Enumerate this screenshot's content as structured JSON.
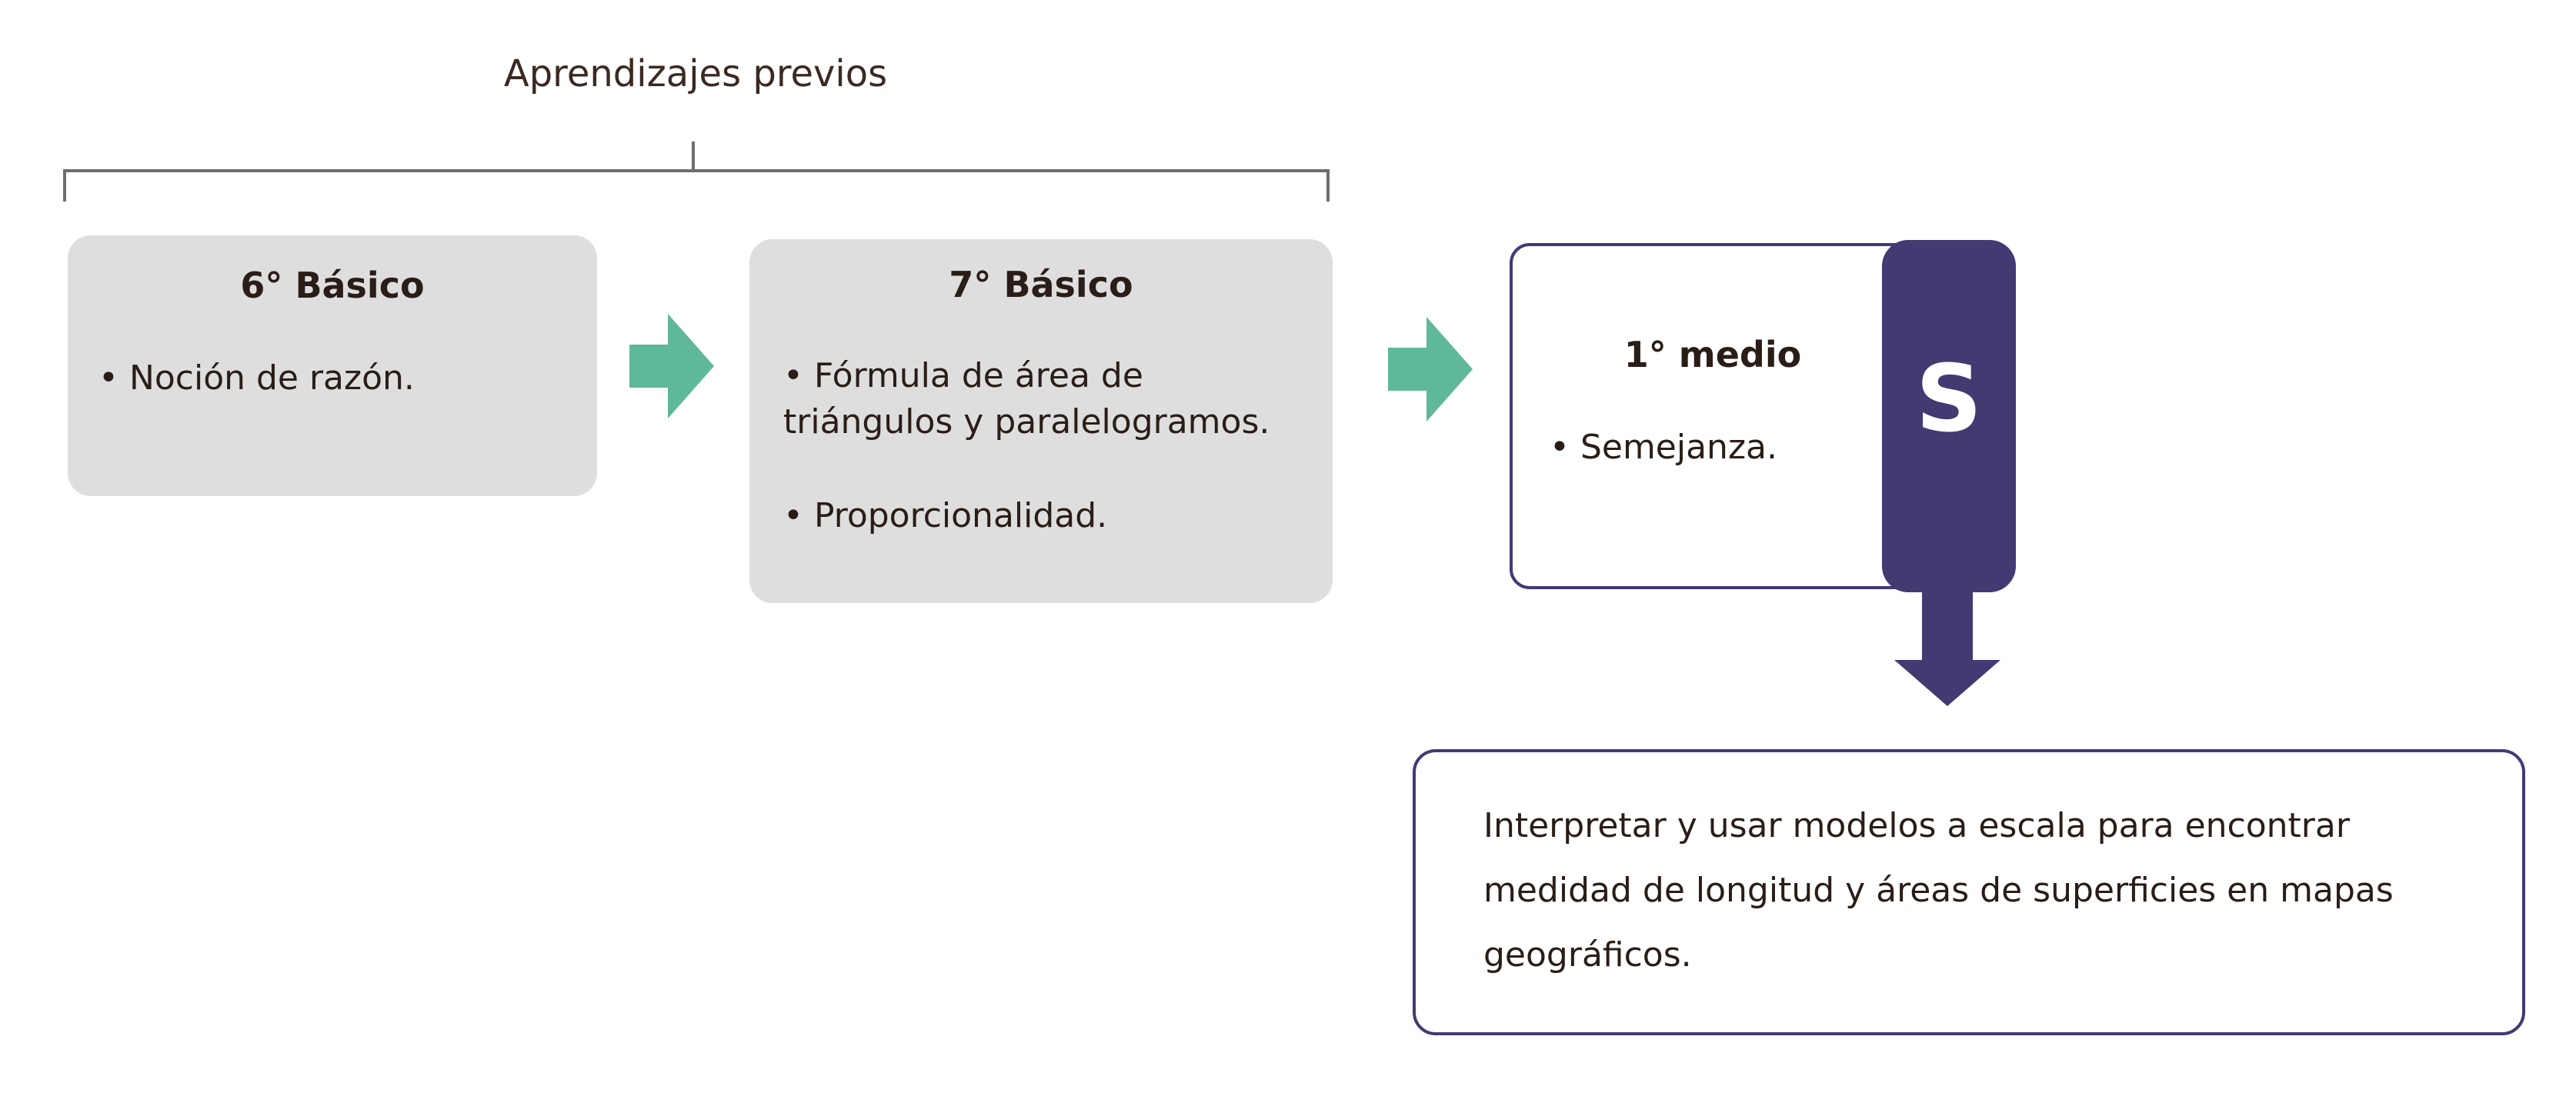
{
  "header": {
    "title": "Aprendizajes previos"
  },
  "cards": {
    "sexto": {
      "title": "6° Básico",
      "bullets": [
        "• Noción de razón."
      ]
    },
    "septimo": {
      "title": "7° Básico",
      "bullets": [
        "• Fórmula de área de triángulos y paralelogramos.",
        "• Proporcionalidad."
      ]
    },
    "primero_medio": {
      "title": "1° medio",
      "bullets": [
        "• Semejanza."
      ],
      "tab_letter": "S"
    }
  },
  "goal": {
    "text": "Interpretar y usar modelos a escala para encontrar medidad de longitud y áreas de superficies en mapas geográficos."
  },
  "colors": {
    "card_grey": "#dedede",
    "accent_purple": "#433a72",
    "arrow_green": "#5fb89a",
    "bracket_grey": "#6d6d6d"
  }
}
